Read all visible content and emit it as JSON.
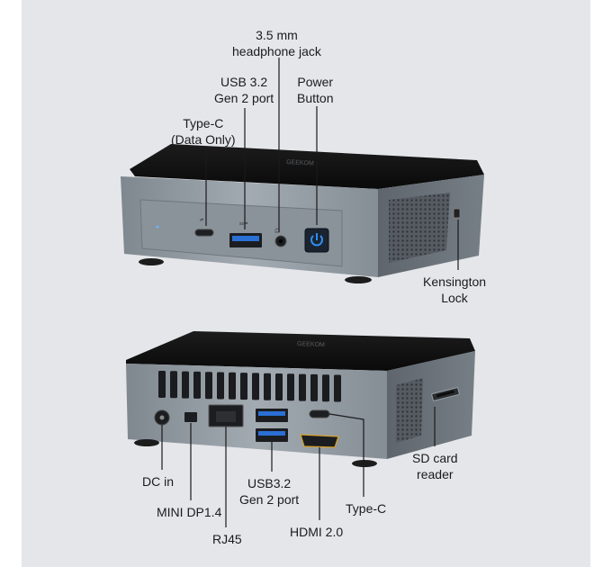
{
  "colors": {
    "background": "#e4e6ea",
    "case_top": "#121212",
    "case_front": "#8f979f",
    "power_accent": "#2f8ef0",
    "usb_blue": "#2a6fd4",
    "hdmi_gold": "#d8a22a",
    "leader_line": "#1a1a1a"
  },
  "front_view": {
    "labels": {
      "headphone_jack": [
        "3.5 mm",
        "headphone jack"
      ],
      "usb_port": [
        "USB 3.2",
        "Gen 2 port"
      ],
      "power_button": [
        "Power",
        "Button"
      ],
      "type_c": [
        "Type-C",
        "(Data Only)"
      ],
      "kensington": [
        "Kensington",
        "Lock"
      ]
    },
    "icons": [
      "type-c-port-icon",
      "usb-a-port-icon",
      "audio-jack-icon",
      "power-icon",
      "kensington-lock-icon"
    ]
  },
  "rear_view": {
    "labels": {
      "dc_in": [
        "DC in"
      ],
      "mini_dp": [
        "MINI DP1.4"
      ],
      "rj45": [
        "RJ45"
      ],
      "usb_port": [
        "USB3.2",
        "Gen 2 port"
      ],
      "hdmi": [
        "HDMI 2.0"
      ],
      "type_c": [
        "Type-C"
      ],
      "sd_reader": [
        "SD card",
        "reader"
      ]
    },
    "icons": [
      "dc-jack-icon",
      "mini-dp-port-icon",
      "ethernet-port-icon",
      "usb-a-port-icon",
      "hdmi-port-icon",
      "type-c-port-icon",
      "sd-card-slot-icon"
    ]
  }
}
